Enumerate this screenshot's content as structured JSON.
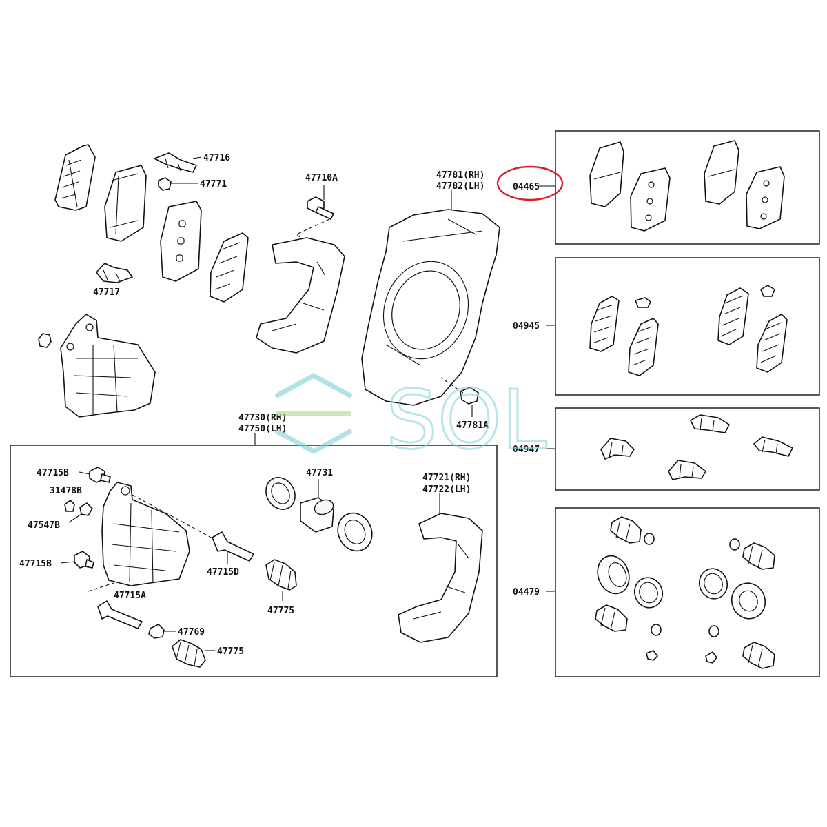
{
  "labels": {
    "p47716": "47716",
    "p47771": "47771",
    "p47717": "47717",
    "p47710a": "47710A",
    "p47781rh": "47781(RH)",
    "p47782lh": "47782(LH)",
    "p47781a": "47781A",
    "p47730rh": "47730(RH)",
    "p47750lh": "47750(LH)",
    "p47715b_1": "47715B",
    "p31478b": "31478B",
    "p47547b": "47547B",
    "p47715b_2": "47715B",
    "p47715a": "47715A",
    "p47715d": "47715D",
    "p47731": "47731",
    "p47775_1": "47775",
    "p47769": "47769",
    "p47775_2": "47775",
    "p47721rh": "47721(RH)",
    "p47722lh": "47722(LH)",
    "k04465": "04465",
    "k04945": "04945",
    "k04947": "04947",
    "k04479": "04479"
  },
  "watermark": "SOL",
  "colors": {
    "line": "#111111",
    "highlight_circle": "#d62020",
    "watermark": "#7fd0d6"
  }
}
